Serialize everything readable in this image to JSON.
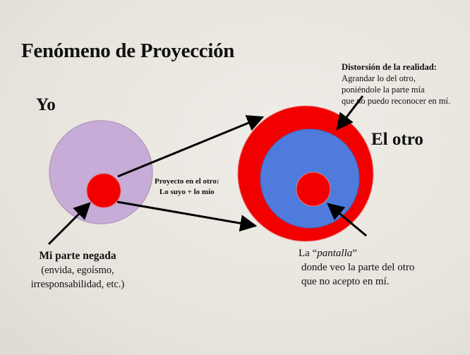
{
  "title": "Fenómeno de Proyección",
  "self_label": "Yo",
  "other_label": "El otro",
  "distortion": {
    "heading": "Distorsión de la realidad:",
    "lines": [
      "Agrandar lo del otro,",
      "poniéndole la parte mía",
      "que no puedo reconocer en mí."
    ]
  },
  "projection": {
    "line1": "Proyecto en el otro:",
    "line2": "Lo suyo + lo mío"
  },
  "denied": {
    "heading": "Mi parte negada",
    "lines": [
      "(envida, egoísmo,",
      "irresponsabilidad, etc.)"
    ]
  },
  "screen": {
    "prefix": "La “",
    "italic": "pantalla",
    "suffix": "”",
    "lines": [
      "donde veo la parte del otro",
      "que no acepto en mí."
    ]
  },
  "colors": {
    "self_circle": "#c6acd6",
    "red": "#f20000",
    "blue": "#4f7bdc",
    "background": "#ebe8e2"
  }
}
